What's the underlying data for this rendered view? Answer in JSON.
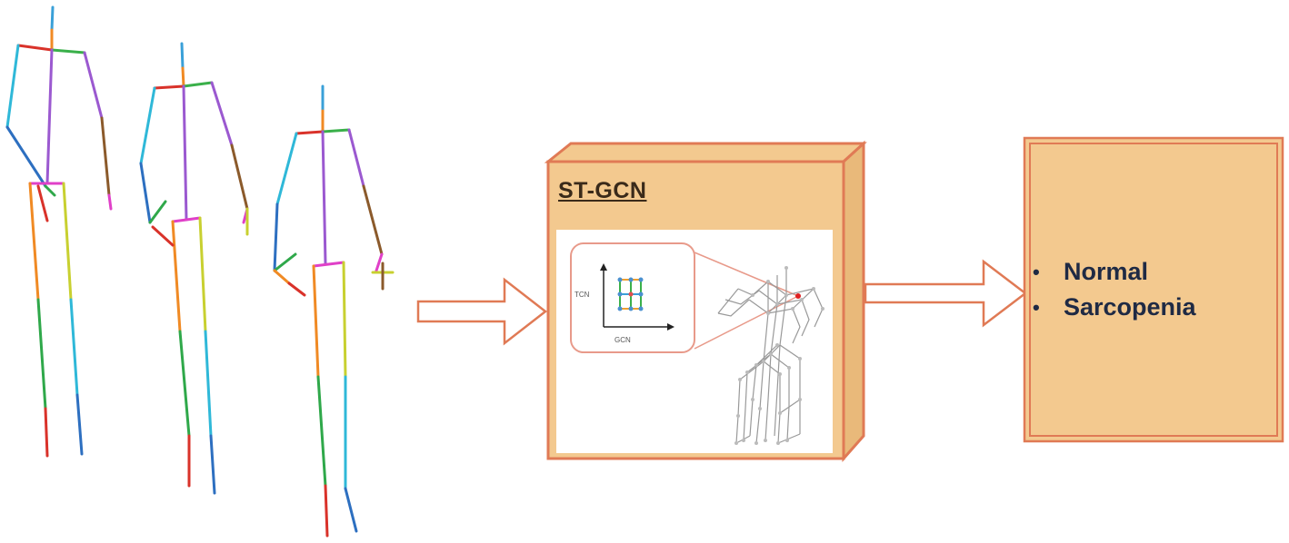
{
  "stgcn": {
    "title": "ST-GCN",
    "axis_y_label": "TCN",
    "axis_x_label": "GCN"
  },
  "output": {
    "items": [
      "Normal",
      "Sarcopenia"
    ]
  },
  "colors": {
    "box_fill": "#f3c98f",
    "box_border": "#e07a55",
    "arrow_border": "#e07a55",
    "panel_border": "#e89a8a"
  }
}
